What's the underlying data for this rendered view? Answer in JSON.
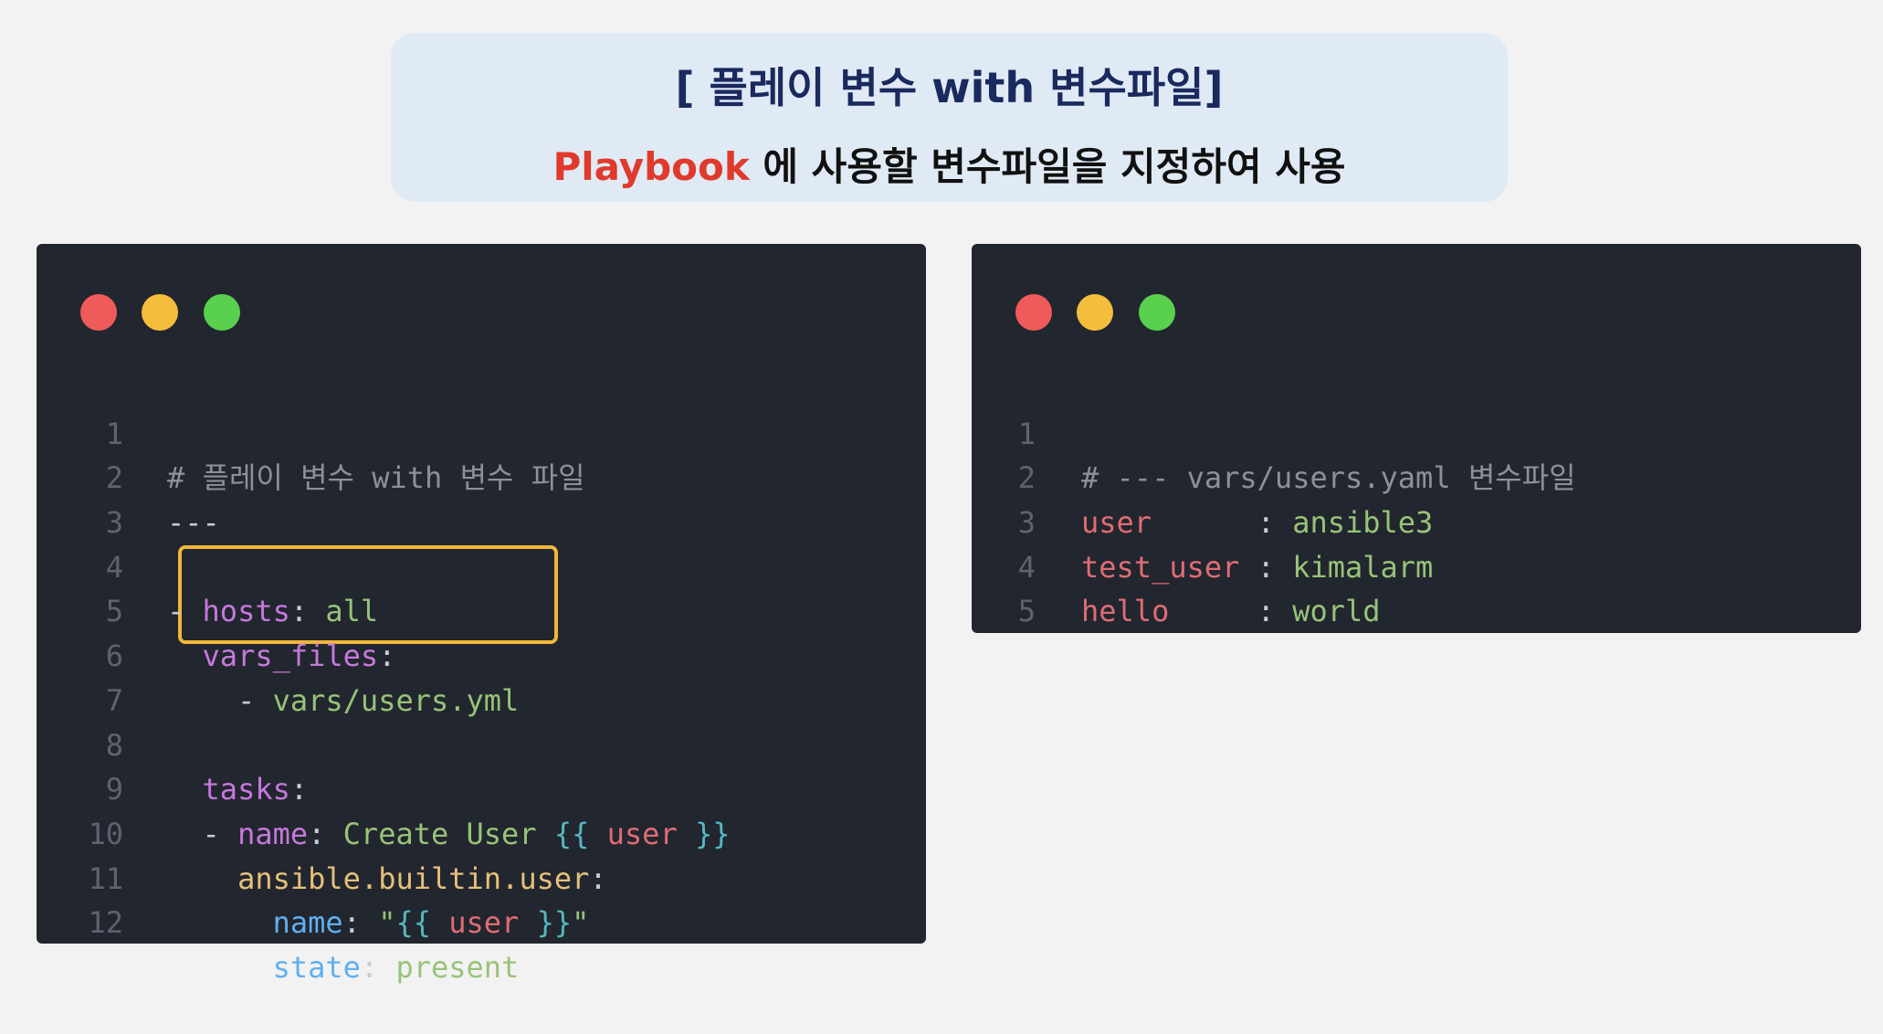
{
  "banner": {
    "title": "[ 플레이 변수 with 변수파일]",
    "subtitle_accent": "Playbook",
    "subtitle_rest": " 에 사용할 변수파일을 지정하여 사용"
  },
  "colors": {
    "accent": "#e03a2c",
    "title": "#1a2a5e",
    "highlight_border": "#f2b63a"
  },
  "left_editor": {
    "lines": [
      {
        "n": "1",
        "t": [
          "# 플레이 변수 with 변수 파일"
        ]
      },
      {
        "n": "2",
        "t": [
          "---"
        ]
      },
      {
        "n": "3",
        "t": [
          ""
        ]
      },
      {
        "n": "4",
        "t": [
          "- ",
          "hosts",
          ": ",
          "all"
        ]
      },
      {
        "n": "5",
        "t": [
          "  ",
          "vars_files",
          ":"
        ]
      },
      {
        "n": "6",
        "t": [
          "    - ",
          "vars/users.yml"
        ]
      },
      {
        "n": "7",
        "t": [
          ""
        ]
      },
      {
        "n": "8",
        "t": [
          "  ",
          "tasks",
          ":"
        ]
      },
      {
        "n": "9",
        "t": [
          "  - ",
          "name",
          ": ",
          "Create User ",
          "{{ ",
          "user",
          " }}"
        ]
      },
      {
        "n": "10",
        "t": [
          "    ",
          "ansible.builtin.user",
          ":"
        ]
      },
      {
        "n": "11",
        "t": [
          "      ",
          "name",
          ": ",
          "\"",
          "{{ ",
          "user",
          " }}",
          "\""
        ]
      },
      {
        "n": "12",
        "t": [
          "      ",
          "state",
          ": ",
          "present"
        ]
      }
    ]
  },
  "right_editor": {
    "lines": [
      {
        "n": "1",
        "t": [
          "# --- vars/users.yaml 변수파일"
        ]
      },
      {
        "n": "2",
        "t": [
          "user",
          "      : ",
          "ansible3"
        ]
      },
      {
        "n": "3",
        "t": [
          "test_user",
          " : ",
          "kimalarm"
        ]
      },
      {
        "n": "4",
        "t": [
          "hello",
          "     : ",
          "world"
        ]
      },
      {
        "n": "5",
        "t": [
          ""
        ]
      }
    ]
  }
}
